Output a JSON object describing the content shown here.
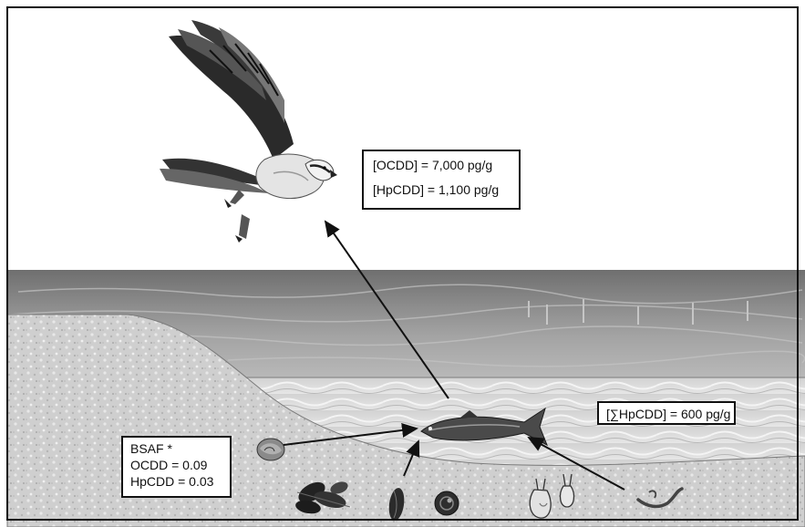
{
  "osprey_concentrations": {
    "ocdd": "[OCDD] = 7,000 pg/g",
    "hpcdd": "[HpCDD] = 1,100 pg/g"
  },
  "fish_concentration": {
    "sum_hpcdd": "[∑HpCDD] = 600 pg/g"
  },
  "bsaf_box": {
    "title": "BSAF *",
    "ocdd": "OCDD = 0.09",
    "hpcdd": "HpCDD = 0.03"
  },
  "organisms": [
    "osprey-icon",
    "fish-icon",
    "snail-icon",
    "mussel-cluster-icon",
    "clam-icon",
    "round-shell-icon",
    "hydroid-icon",
    "worm-icon"
  ],
  "colors": {
    "sky": "#ffffff",
    "water_dark": "#6d6d6d",
    "water_light": "#c9c9c9",
    "sand": "#d4d4d4",
    "border": "#111111"
  }
}
